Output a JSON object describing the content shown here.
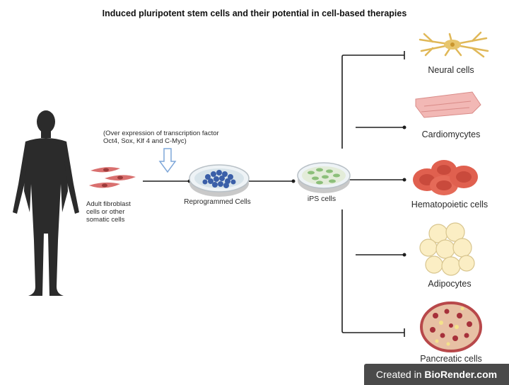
{
  "title": "Induced pluripotent stem cells and their potential in cell-based therapies",
  "source": {
    "label_lines": [
      "Adult fibroblast",
      "cells or other",
      "somatic cells"
    ]
  },
  "transcription_note_lines": [
    "(Over expression of transcription factor",
    "Oct4, Sox, Klf 4 and C-Myc)"
  ],
  "reprogrammed_label": "Reprogrammed Cells",
  "ips_label": "iPS cells",
  "targets": [
    {
      "label": "Neural cells"
    },
    {
      "label": "Cardiomycytes"
    },
    {
      "label": "Hematopoietic cells"
    },
    {
      "label": "Adipocytes"
    },
    {
      "label": "Pancreatic cells"
    }
  ],
  "watermark": {
    "prefix": "Created in ",
    "brand": "BioRender.com"
  },
  "colors": {
    "human": "#2b2b2b",
    "line": "#1e1e1e",
    "arrow": "#7fa7d9",
    "fibroblast": "#d9706f",
    "dish_cells": "#3a5fa8",
    "ips_cells": "#8cbf7a",
    "neural": "#e7c56c",
    "cardio": "#f2b8b5",
    "blood": "#e0604f",
    "fat": "#fbeec4",
    "pancreas": "#c35050"
  },
  "icons": [
    "human-silhouette",
    "fibroblast-cells",
    "down-arrow",
    "petri-dish",
    "neuron",
    "cardiomyocyte",
    "red-blood-cells",
    "adipocytes",
    "pancreatic-tissue"
  ]
}
